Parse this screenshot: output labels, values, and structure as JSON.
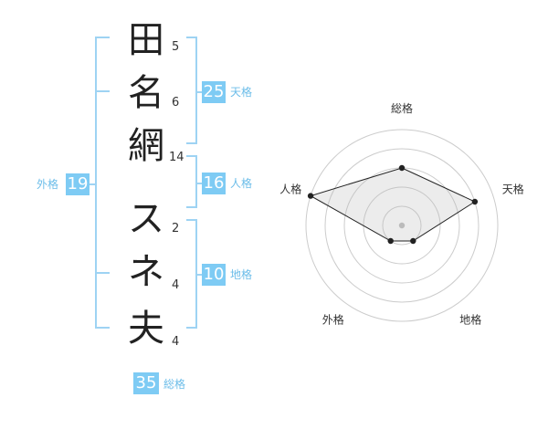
{
  "name": {
    "chars": [
      {
        "char": "田",
        "strokes": "5"
      },
      {
        "char": "名",
        "strokes": "6"
      },
      {
        "char": "網",
        "strokes": "14"
      },
      {
        "char": "ス",
        "strokes": "2"
      },
      {
        "char": "ネ",
        "strokes": "4"
      },
      {
        "char": "夫",
        "strokes": "4"
      }
    ]
  },
  "kaku": {
    "tenkaku": {
      "value": "25",
      "label": "天格"
    },
    "jinkaku": {
      "value": "16",
      "label": "人格"
    },
    "chikaku": {
      "value": "10",
      "label": "地格"
    },
    "gaikaku": {
      "value": "19",
      "label": "外格"
    },
    "soukaku": {
      "value": "35",
      "label": "総格"
    }
  },
  "chart_data": {
    "type": "radar",
    "axes": [
      "総格",
      "天格",
      "地格",
      "外格",
      "人格"
    ],
    "values": [
      3,
      4,
      1,
      1,
      5
    ],
    "max": 5
  }
}
